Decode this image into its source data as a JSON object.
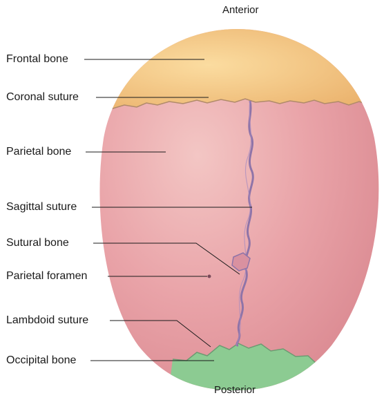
{
  "orientation": {
    "top": "Anterior",
    "bottom": "Posterior"
  },
  "labels": {
    "frontal_bone": "Frontal bone",
    "coronal_suture": "Coronal suture",
    "parietal_bone": "Parietal bone",
    "sagittal_suture": "Sagittal suture",
    "sutural_bone": "Sutural bone",
    "parietal_foramen": "Parietal foramen",
    "lambdoid_suture": "Lambdoid suture",
    "occipital_bone": "Occipital bone"
  },
  "colors": {
    "frontal": "#f2c27a",
    "parietal": "#e79aa2",
    "suture": "#8f74a8",
    "occipital": "#8ccb92",
    "leader": "#1a1a1a"
  }
}
